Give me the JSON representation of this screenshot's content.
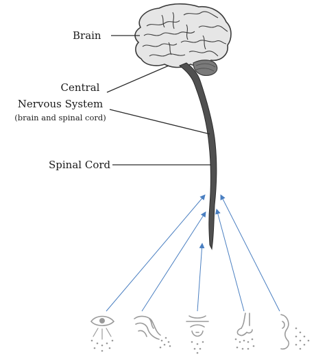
{
  "labels": {
    "brain": "Brain",
    "cns_line1": "Central",
    "cns_line2": "Nervous System",
    "cns_line3": "(brain and spinal cord)",
    "spinal_cord": "Spinal Cord"
  },
  "sense_icons": [
    {
      "name": "eye-icon",
      "sense": "sight"
    },
    {
      "name": "hand-icon",
      "sense": "touch"
    },
    {
      "name": "mouth-icon",
      "sense": "taste"
    },
    {
      "name": "nose-icon",
      "sense": "smell"
    },
    {
      "name": "ear-icon",
      "sense": "hearing"
    }
  ],
  "colors": {
    "arrow": "#4a7fc1",
    "icon": "#9a9a9a",
    "brain_fill": "#e4e4e4",
    "brain_outline": "#3a3a3a",
    "cord": "#4a4a4a",
    "leader_line": "#2a2a2a"
  }
}
